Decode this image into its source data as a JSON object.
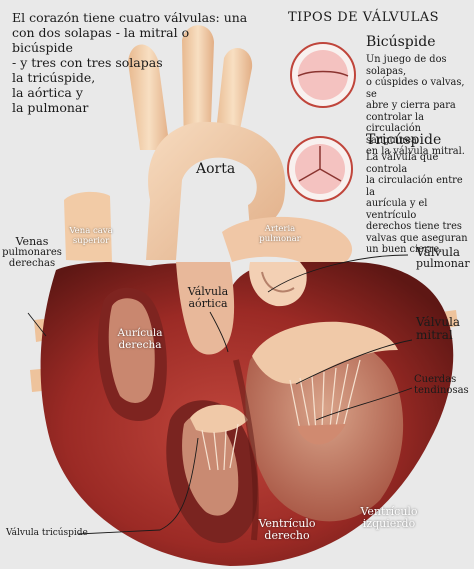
{
  "intro": {
    "lines": [
      "El corazón tiene cuatro válvulas: una",
      "con dos solapas - la mitral o bicúspide",
      "- y tres con tres solapas",
      "la tricúspide,",
      "la aórtica y",
      "la pulmonar"
    ]
  },
  "types_title": "TIPOS DE VÁLVULAS",
  "valves": [
    {
      "title": "Bicúspide",
      "desc_lines": [
        "Un juego de dos solapas,",
        "o cúspides o valvas, se",
        "abre y cierra para",
        "controlar la",
        "circulación sanguínea",
        "en la válvula mitral."
      ],
      "icon": "bicuspid-valve-icon"
    },
    {
      "title": "Tricúspide",
      "desc_lines": [
        "La válvula que controla",
        "la circulación entre la",
        "aurícula y el ventrículo",
        "derechos tiene tres",
        "valvas que aseguran",
        "un buen cierre."
      ],
      "icon": "tricuspid-valve-icon"
    }
  ],
  "labels": {
    "aorta": "Aorta",
    "vena_cava": [
      "Vena cava",
      "superior"
    ],
    "arteria_pulmonar": [
      "Arteria",
      "pulmonar"
    ],
    "venas_pulmonares": [
      "Venas",
      "pulmonares",
      "derechas"
    ],
    "valvula_aortica": [
      "Válvula",
      "aórtica"
    ],
    "auricula_derecha": [
      "Aurícula",
      "derecha"
    ],
    "valvula_pulmonar": [
      "Válvula",
      "pulmonar"
    ],
    "valvula_mitral": [
      "Válvula",
      "mitral"
    ],
    "cuerdas_tendinosas": [
      "Cuerdas",
      "tendinosas"
    ],
    "valvula_tricuspide": "Válvula tricúspide",
    "ventriculo_derecho": [
      "Ventrículo",
      "derecho"
    ],
    "ventriculo_izquierdo": [
      "Ventrículo",
      "izquierdo"
    ]
  },
  "colors": {
    "background": "#e9e9e9",
    "muscle": "#a3302a",
    "muscle_dark": "#6e1c19",
    "aorta": "#f0c9a4",
    "vessel_light": "#f6d8b8",
    "text": "#1a1a1a"
  }
}
